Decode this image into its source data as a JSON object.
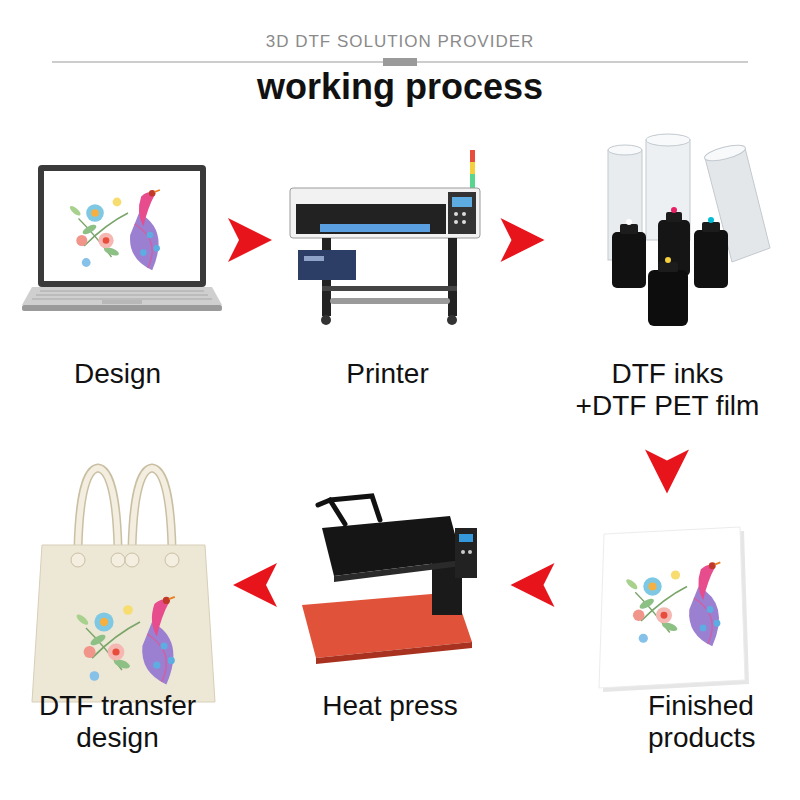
{
  "diagram": {
    "title": "working process",
    "nodes": [
      {
        "text": [
          "Design"
        ]
      },
      {
        "text": [
          "Printer"
        ]
      },
      {
        "text": [
          "DTF inks +DTF PET film"
        ]
      },
      {
        "text": [
          "Finished products"
        ]
      },
      {
        "text": [
          "Heat press"
        ]
      },
      {
        "text": [
          "DTF transfer design"
        ]
      }
    ],
    "edges": [
      {
        "from": 0,
        "to": 1,
        "arrow": "to"
      },
      {
        "from": 1,
        "to": 2,
        "arrow": "to"
      },
      {
        "from": 2,
        "to": 3,
        "arrow": "to"
      },
      {
        "from": 3,
        "to": 4,
        "arrow": "to"
      },
      {
        "from": 4,
        "to": 5,
        "arrow": "to"
      }
    ],
    "labels": [
      "3D DTF SOLUTION PROVIDER"
    ]
  }
}
